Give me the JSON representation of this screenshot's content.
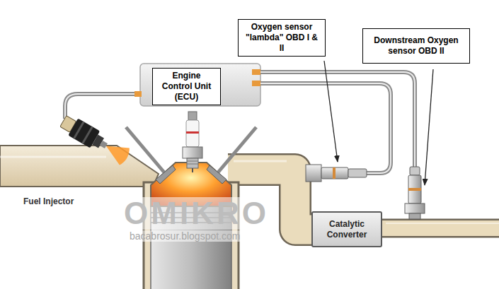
{
  "diagram": {
    "nodes": [
      {
        "text": [
          "Oxygen sensor \"lambda\" OBD I & II"
        ]
      },
      {
        "text": [
          "Downstream Oxygen sensor OBD II"
        ]
      },
      {
        "text": [
          "Engine Control Unit (ECU)"
        ]
      },
      {
        "text": [
          "Catalytic Converter"
        ]
      }
    ],
    "labels": [
      "Fuel Injector",
      "OMIKRO",
      "bacabrosur.blogspot.com"
    ]
  }
}
